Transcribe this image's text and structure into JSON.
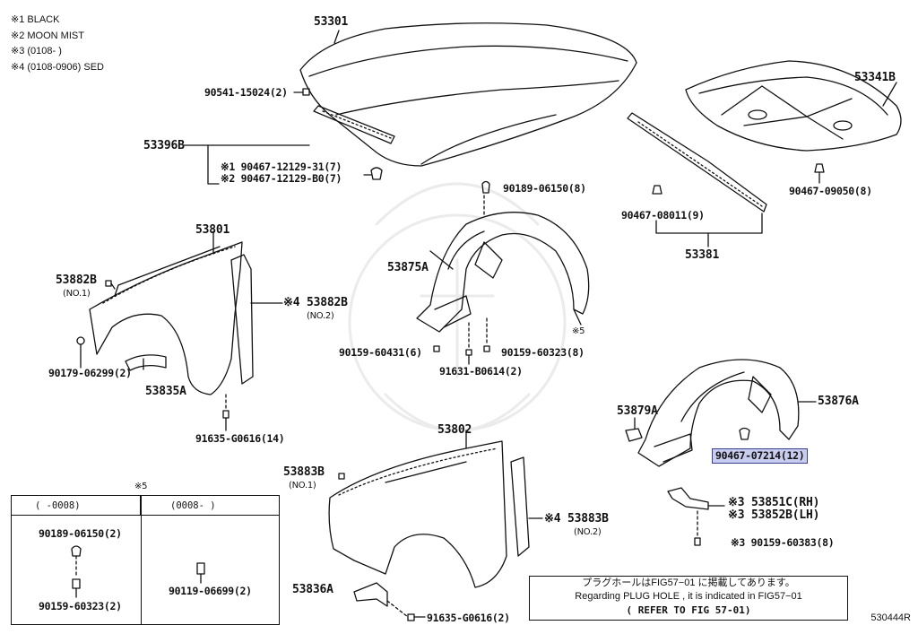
{
  "legend": [
    "※1 BLACK",
    "※2 MOON MIST",
    "※3 (0108-      )",
    "※4 (0108-0906) SED"
  ],
  "parts": {
    "p53301": "53301",
    "p90541": "90541-15024(2)",
    "p53396B": "53396B",
    "p90467_12129_31": "※1 90467-12129-31(7)",
    "p90467_12129_B0": "※2 90467-12129-B0(7)",
    "p53341B": "53341B",
    "p90467_09050": "90467-09050(8)",
    "p90467_08011": "90467-08011(9)",
    "p53381": "53381",
    "p90189_top": "90189-06150(8)",
    "p53875A": "53875A",
    "p_note5": "※5",
    "p90159_60431": "90159-60431(6)",
    "p90159_60323": "90159-60323(8)",
    "p91631": "91631-B0614(2)",
    "p53801": "53801",
    "p53882B_1": "53882B",
    "p53882B_1_sub": "(NO.1)",
    "p53882B_2": "※4 53882B",
    "p53882B_2_sub": "(NO.2)",
    "p90179": "90179-06299(2)",
    "p53835A": "53835A",
    "p91635_left": "91635-G0616(14)",
    "p53876A": "53876A",
    "p53879A": "53879A",
    "p90467_07214": "90467-07214(12)",
    "p53851C": "※3 53851C(RH)",
    "p53852B": "※3 53852B(LH)",
    "p90159_60383": "※3 90159-60383(8)",
    "p53802": "53802",
    "p53883B_1": "53883B",
    "p53883B_1_sub": "(NO.1)",
    "p53883B_2": "※4 53883B",
    "p53883B_2_sub": "(NO.2)",
    "p53836A": "53836A",
    "p91635_bottom": "91635-G0616(2)"
  },
  "table": {
    "title": "※5",
    "col1_header": "(        -0008)",
    "col2_header": "(0008-        )",
    "col1_part_a": "90189-06150(2)",
    "col1_part_b": "90159-60323(2)",
    "col2_part": "90119-06699(2)"
  },
  "note": {
    "line1": "プラグホールはFIG57−01 に掲載してあります。",
    "line2": "Regarding PLUG HOLE , it is indicated in FIG57−01",
    "line3": "( REFER TO FIG 57-01)"
  },
  "figure_id": "530444R",
  "colors": {
    "highlight_fill": "#c8ccef",
    "highlight_border": "#3a3f8f",
    "line": "#111111"
  }
}
